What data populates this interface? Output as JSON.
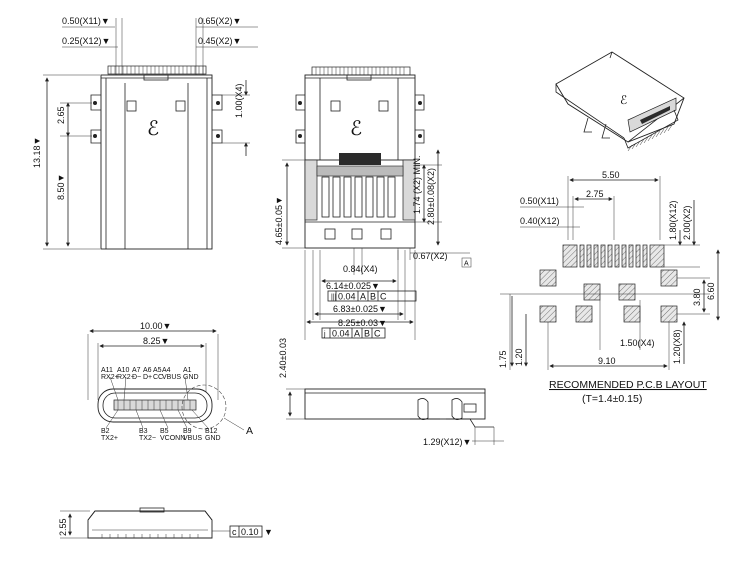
{
  "top_view": {
    "pitch_b": "0.50(X11)▼",
    "pitch_a": "0.25(X12)▼",
    "right_a": "0.65(X2)▼",
    "right_b": "0.45(X2)▼",
    "overall_len": "13.18▼",
    "upper_len": "2.65",
    "lower_len": "8.50▼",
    "tab_len": "1.00(X4)"
  },
  "center_view": {
    "mid_height": "4.65±0.05▼",
    "pin_len": "1.74 (X2) MIN.",
    "pin_len2": "2.80±0.08(X2)",
    "pin_w": "0.84(X4)",
    "width1": "6.14±0.025▼",
    "width2": "6.83±0.025▼",
    "width3": "8.25±0.03▼",
    "right_dim": "0.67(X2)",
    "datum_tag": "A",
    "fcf_small": [
      "0.04",
      "A",
      "B",
      "C"
    ],
    "fcf_small_prefix": "|||",
    "fcf_small_prefix2": "j"
  },
  "front_view": {
    "outer_width": "10.00▼",
    "inner_width": "8.25▼",
    "detail_tag": "A",
    "top_pins": [
      "A11\nRX2+",
      "A10\nRX2−",
      "A7\nD−",
      "A6\nD+",
      "A5\nCC",
      "A4\nVBUS",
      "A1\nGND"
    ],
    "bottom_pins": [
      "B2\nTX2+",
      "B3\nTX2−",
      "B5\nVCONN",
      "B9\nVBUS",
      "B12\nGND"
    ]
  },
  "side_view": {
    "height": "2.40±0.03",
    "tail_len": "1.29(X12)▼"
  },
  "bottom_view": {
    "height": "2.55",
    "flatness": [
      "c",
      "0.10",
      "▼"
    ]
  },
  "pcb_layout": {
    "title": "RECOMMENDED P.C.B LAYOUT",
    "thickness": "(T=1.4±0.15)",
    "overall_w": "5.50",
    "pitch_w": "2.75",
    "pad_pitch": "0.50(X11)",
    "pad_w": "0.40(X12)",
    "pad_len": "1.80(X12)",
    "pad_len2": "2.00(X2)",
    "row_gap": "3.80",
    "total_h": "6.60",
    "hole_w": "1.50(X4)",
    "hole_h": "1.20(X8)",
    "left_a": "1.75",
    "left_b": "1.20",
    "span": "9.10"
  }
}
